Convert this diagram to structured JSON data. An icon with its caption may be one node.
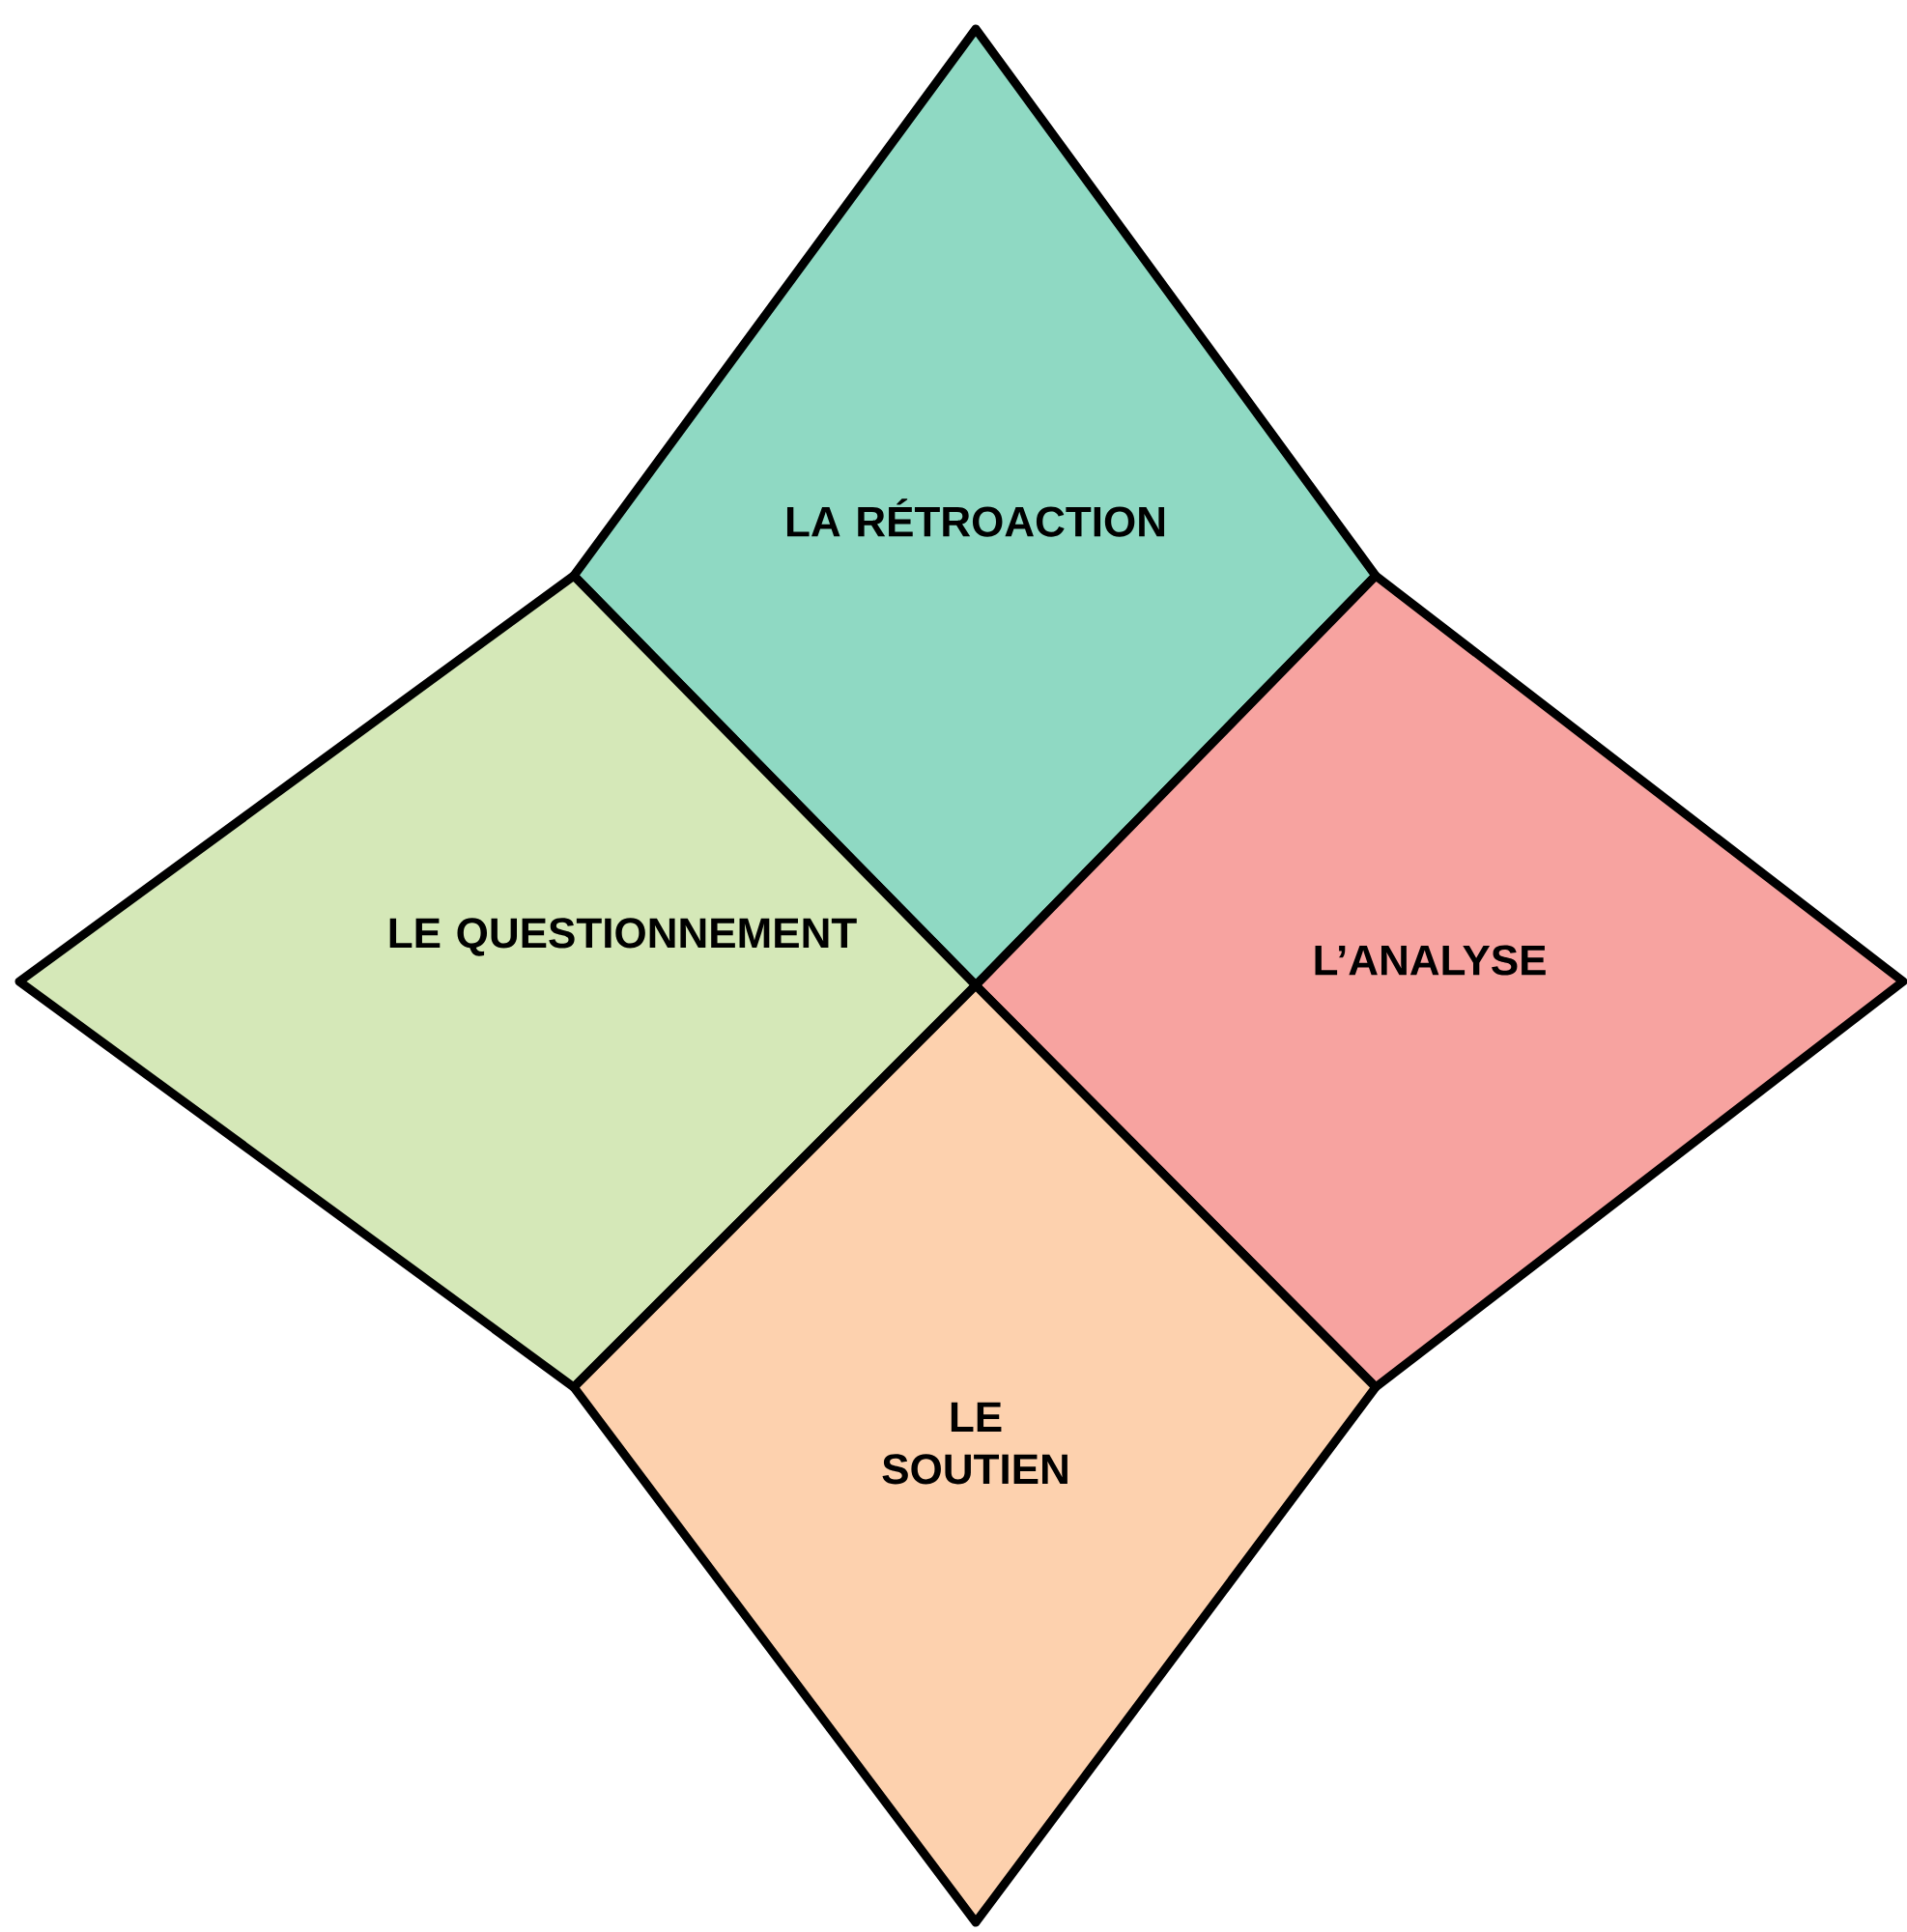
{
  "diagram": {
    "nodes": [
      {
        "text": [
          "LA RÉTROACTION"
        ]
      },
      {
        "text": [
          "LE QUESTIONNEMENT"
        ]
      },
      {
        "text": [
          "L’ANALYSE"
        ]
      },
      {
        "text": [
          "LE SOUTIEN"
        ]
      }
    ]
  }
}
